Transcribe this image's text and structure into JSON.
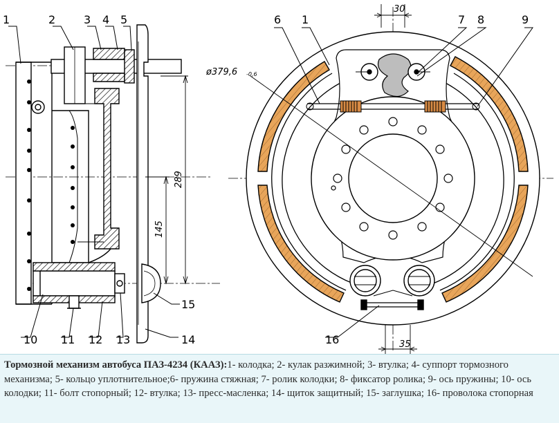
{
  "callouts_left": {
    "n1": "1",
    "n2": "2",
    "n3": "3",
    "n4": "4",
    "n5": "5",
    "n10": "10",
    "n11": "11",
    "n12": "12",
    "n13": "13",
    "n14": "14",
    "n15": "15"
  },
  "callouts_right": {
    "n6": "6",
    "n1": "1",
    "n7": "7",
    "n8": "8",
    "n9": "9",
    "n16": "16"
  },
  "dimensions": {
    "d289": "289",
    "d145": "145",
    "diameter": "ø379,6",
    "diameter_tol": "-0,6",
    "d30": "30",
    "d35": "35"
  },
  "caption": {
    "title": "Тормозной механизм автобуса ПАЗ-4234 (КААЗ):",
    "text": "1- колодка; 2- кулак разжимной; 3- втулка; 4- суппорт тормозного механизма; 5- кольцо уплотнительное;6- пружина стяжная; 7- ролик колодки; 8- фиксатор ролика; 9- ось пружины; 10- ось колодки; 11- болт стопорный; 12- втулка; 13- пресс-масленка; 14- щиток защитный; 15- заглушка; 16- проволока стопорная"
  },
  "colors": {
    "lining": "#e8a55a",
    "caption_bg": "#e9f6f9",
    "line": "#000000"
  }
}
